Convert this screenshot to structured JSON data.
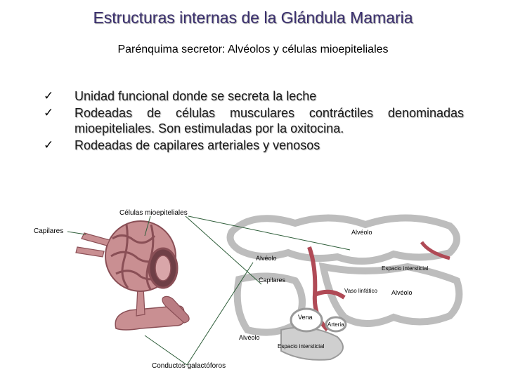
{
  "title": "Estructuras internas  de la Glándula Mamaria",
  "subtitle": "Parénquima secretor: Alvéolos y células mioepiteliales",
  "bullets": [
    {
      "icon": "check-icon",
      "text": "Unidad funcional donde se secreta la leche"
    },
    {
      "icon": "check-icon",
      "text": "Rodeadas de células musculares contráctiles denominadas mioepiteliales. Son estimuladas por la oxitocina."
    },
    {
      "icon": "check-icon",
      "text": "Rodeadas de capilares arteriales y venosos"
    }
  ],
  "check_glyph": "✓",
  "labels": {
    "celulas_mioepiteliales": "Células mioepiteliales",
    "capilares": "Capilares",
    "conductos_galactoforos": "Conductos galactóforos"
  },
  "figure_labels": {
    "alveolo_1": "Alvéolo",
    "alveolo_2": "Alvéolo",
    "alveolo_3": "Alvéolo",
    "alveolo_4": "Alvéolo",
    "espacio_intersticial_1": "Espacio intersticial",
    "capilares": "Capilares",
    "vaso_linfatico": "Vaso linfático",
    "vena": "Vena",
    "arteria": "Arteria",
    "espacio_intersticial_2": "Espacio intersticial"
  },
  "colors": {
    "title": "#3a2f6e",
    "structure_pink": "#c98f92",
    "structure_dark": "#8a4f56",
    "tissue_gray": "#cfcfcf",
    "arrow_green": "#2f5e3a"
  }
}
